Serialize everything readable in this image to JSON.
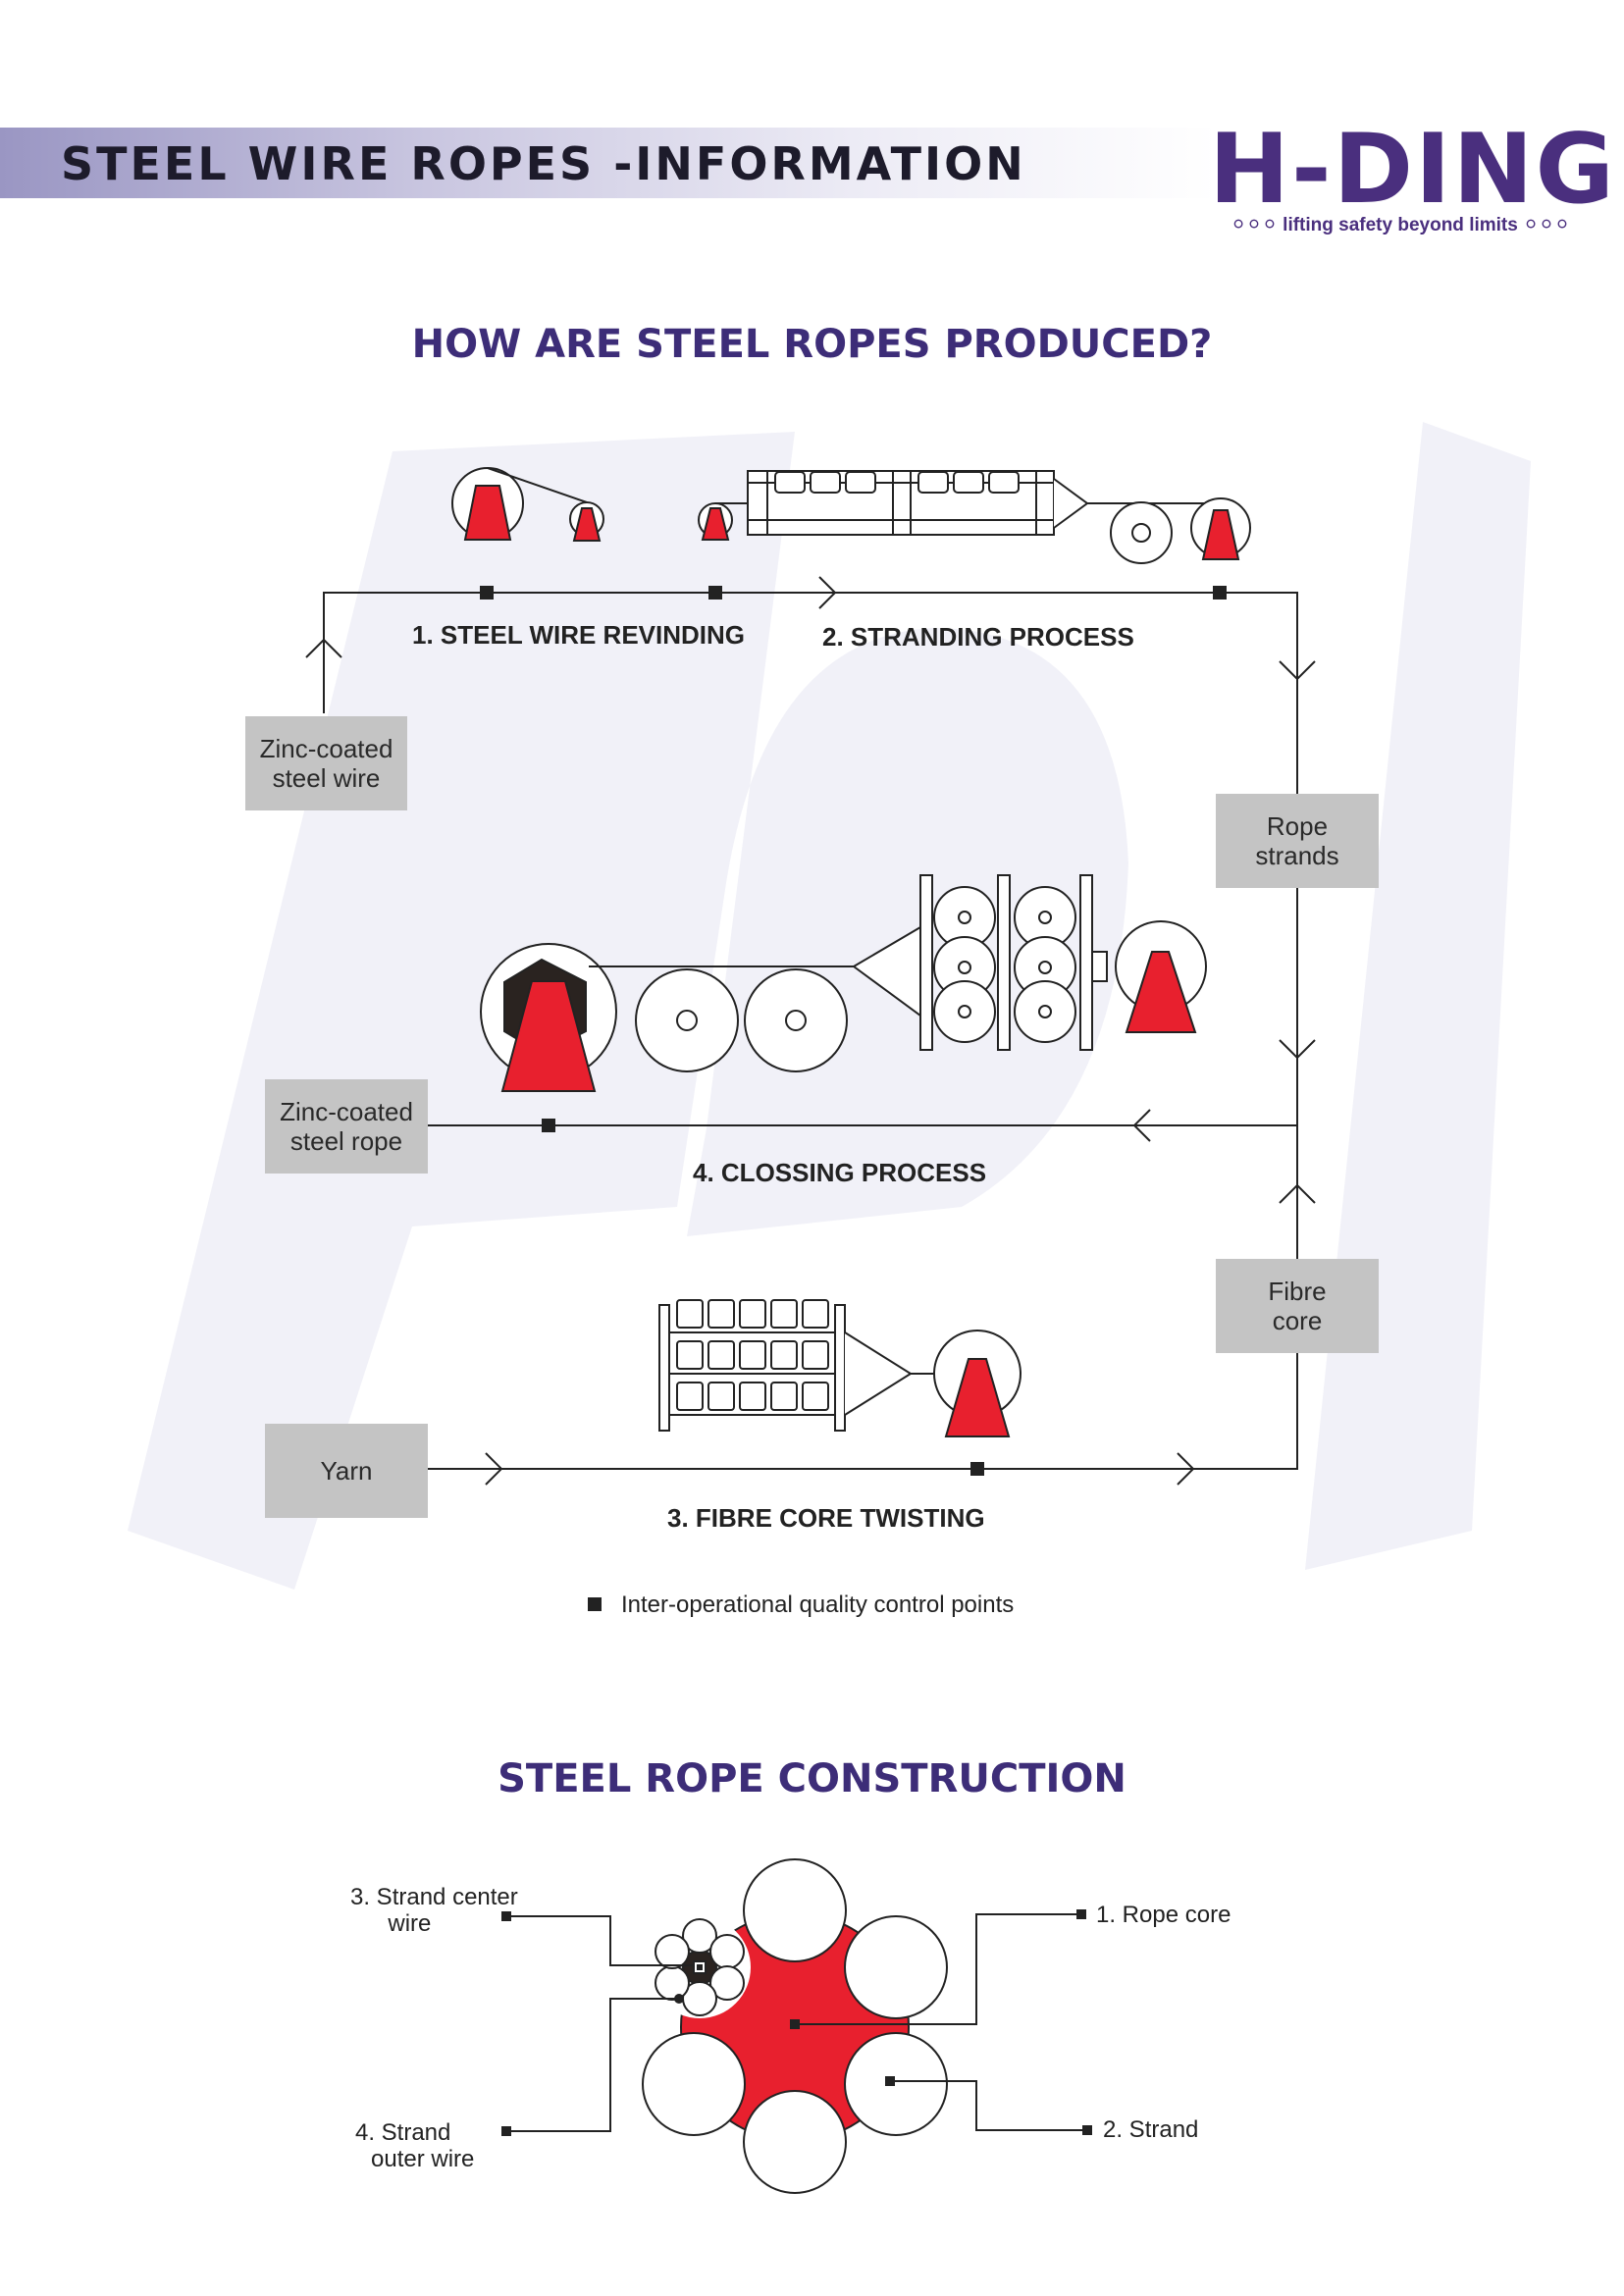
{
  "header": {
    "title": "STEEL WIRE ROPES -INFORMATION",
    "logo_text": "H-DING",
    "tagline": "lifting safety beyond limits",
    "brand_color": "#4a2f7e"
  },
  "production": {
    "heading": "HOW ARE STEEL ROPES PRODUCED?",
    "steps": {
      "revinding": "1. STEEL WIRE REVINDING",
      "stranding": "2. STRANDING PROCESS",
      "closing": "4. CLOSSING PROCESS",
      "fibre_core": "3. FIBRE CORE TWISTING"
    },
    "inputs": {
      "zinc_wire_line1": "Zinc-coated",
      "zinc_wire_line2": "steel wire",
      "rope_strands_line1": "Rope",
      "rope_strands_line2": "strands",
      "zinc_rope_line1": "Zinc-coated",
      "zinc_rope_line2": "steel rope",
      "fibre_line1": "Fibre",
      "fibre_line2": "core",
      "yarn": "Yarn"
    },
    "legend": "Inter-operational quality control points",
    "accent_color": "#e8202e"
  },
  "construction": {
    "heading": "STEEL ROPE CONSTRUCTION",
    "callouts": {
      "rope_core": "1. Rope core",
      "strand": "2. Strand",
      "center_wire_line1": "3. Strand center",
      "center_wire_line2": "wire",
      "outer_wire_line1": "4. Strand",
      "outer_wire_line2": "outer wire"
    }
  }
}
